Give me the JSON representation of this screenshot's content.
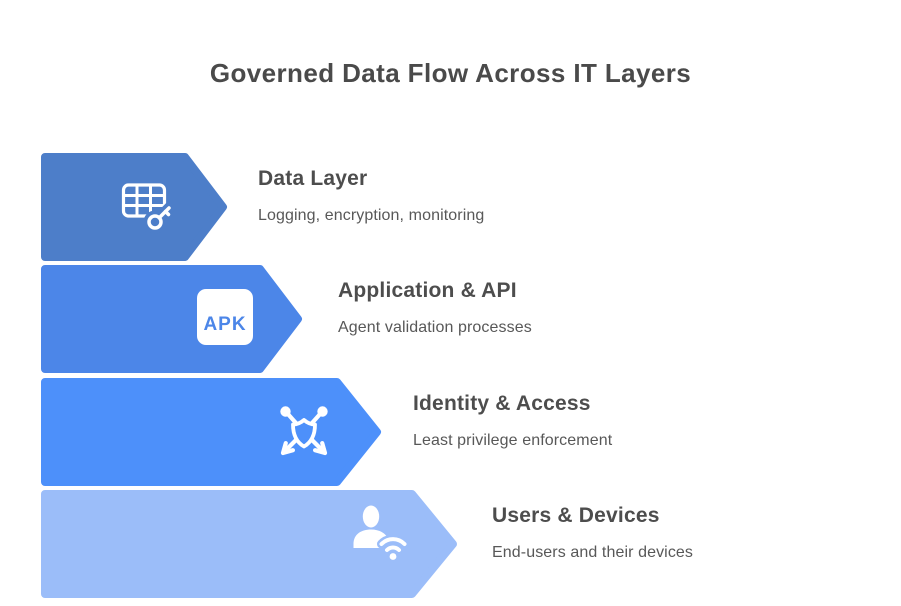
{
  "title": "Governed Data Flow Across IT Layers",
  "layers": [
    {
      "title": "Data Layer",
      "subtitle": "Logging, encryption, monitoring",
      "color": "#4d7ec9",
      "icon": "table-key-icon"
    },
    {
      "title": "Application & API",
      "subtitle": "Agent validation processes",
      "color": "#4c86e8",
      "icon": "apk-box-icon",
      "icon_text": "APK"
    },
    {
      "title": "Identity & Access",
      "subtitle": "Least privilege enforcement",
      "color": "#4d90fa",
      "icon": "shield-network-icon"
    },
    {
      "title": "Users & Devices",
      "subtitle": "End-users and their devices",
      "color": "#9bbdf9",
      "icon": "user-wifi-icon"
    }
  ]
}
